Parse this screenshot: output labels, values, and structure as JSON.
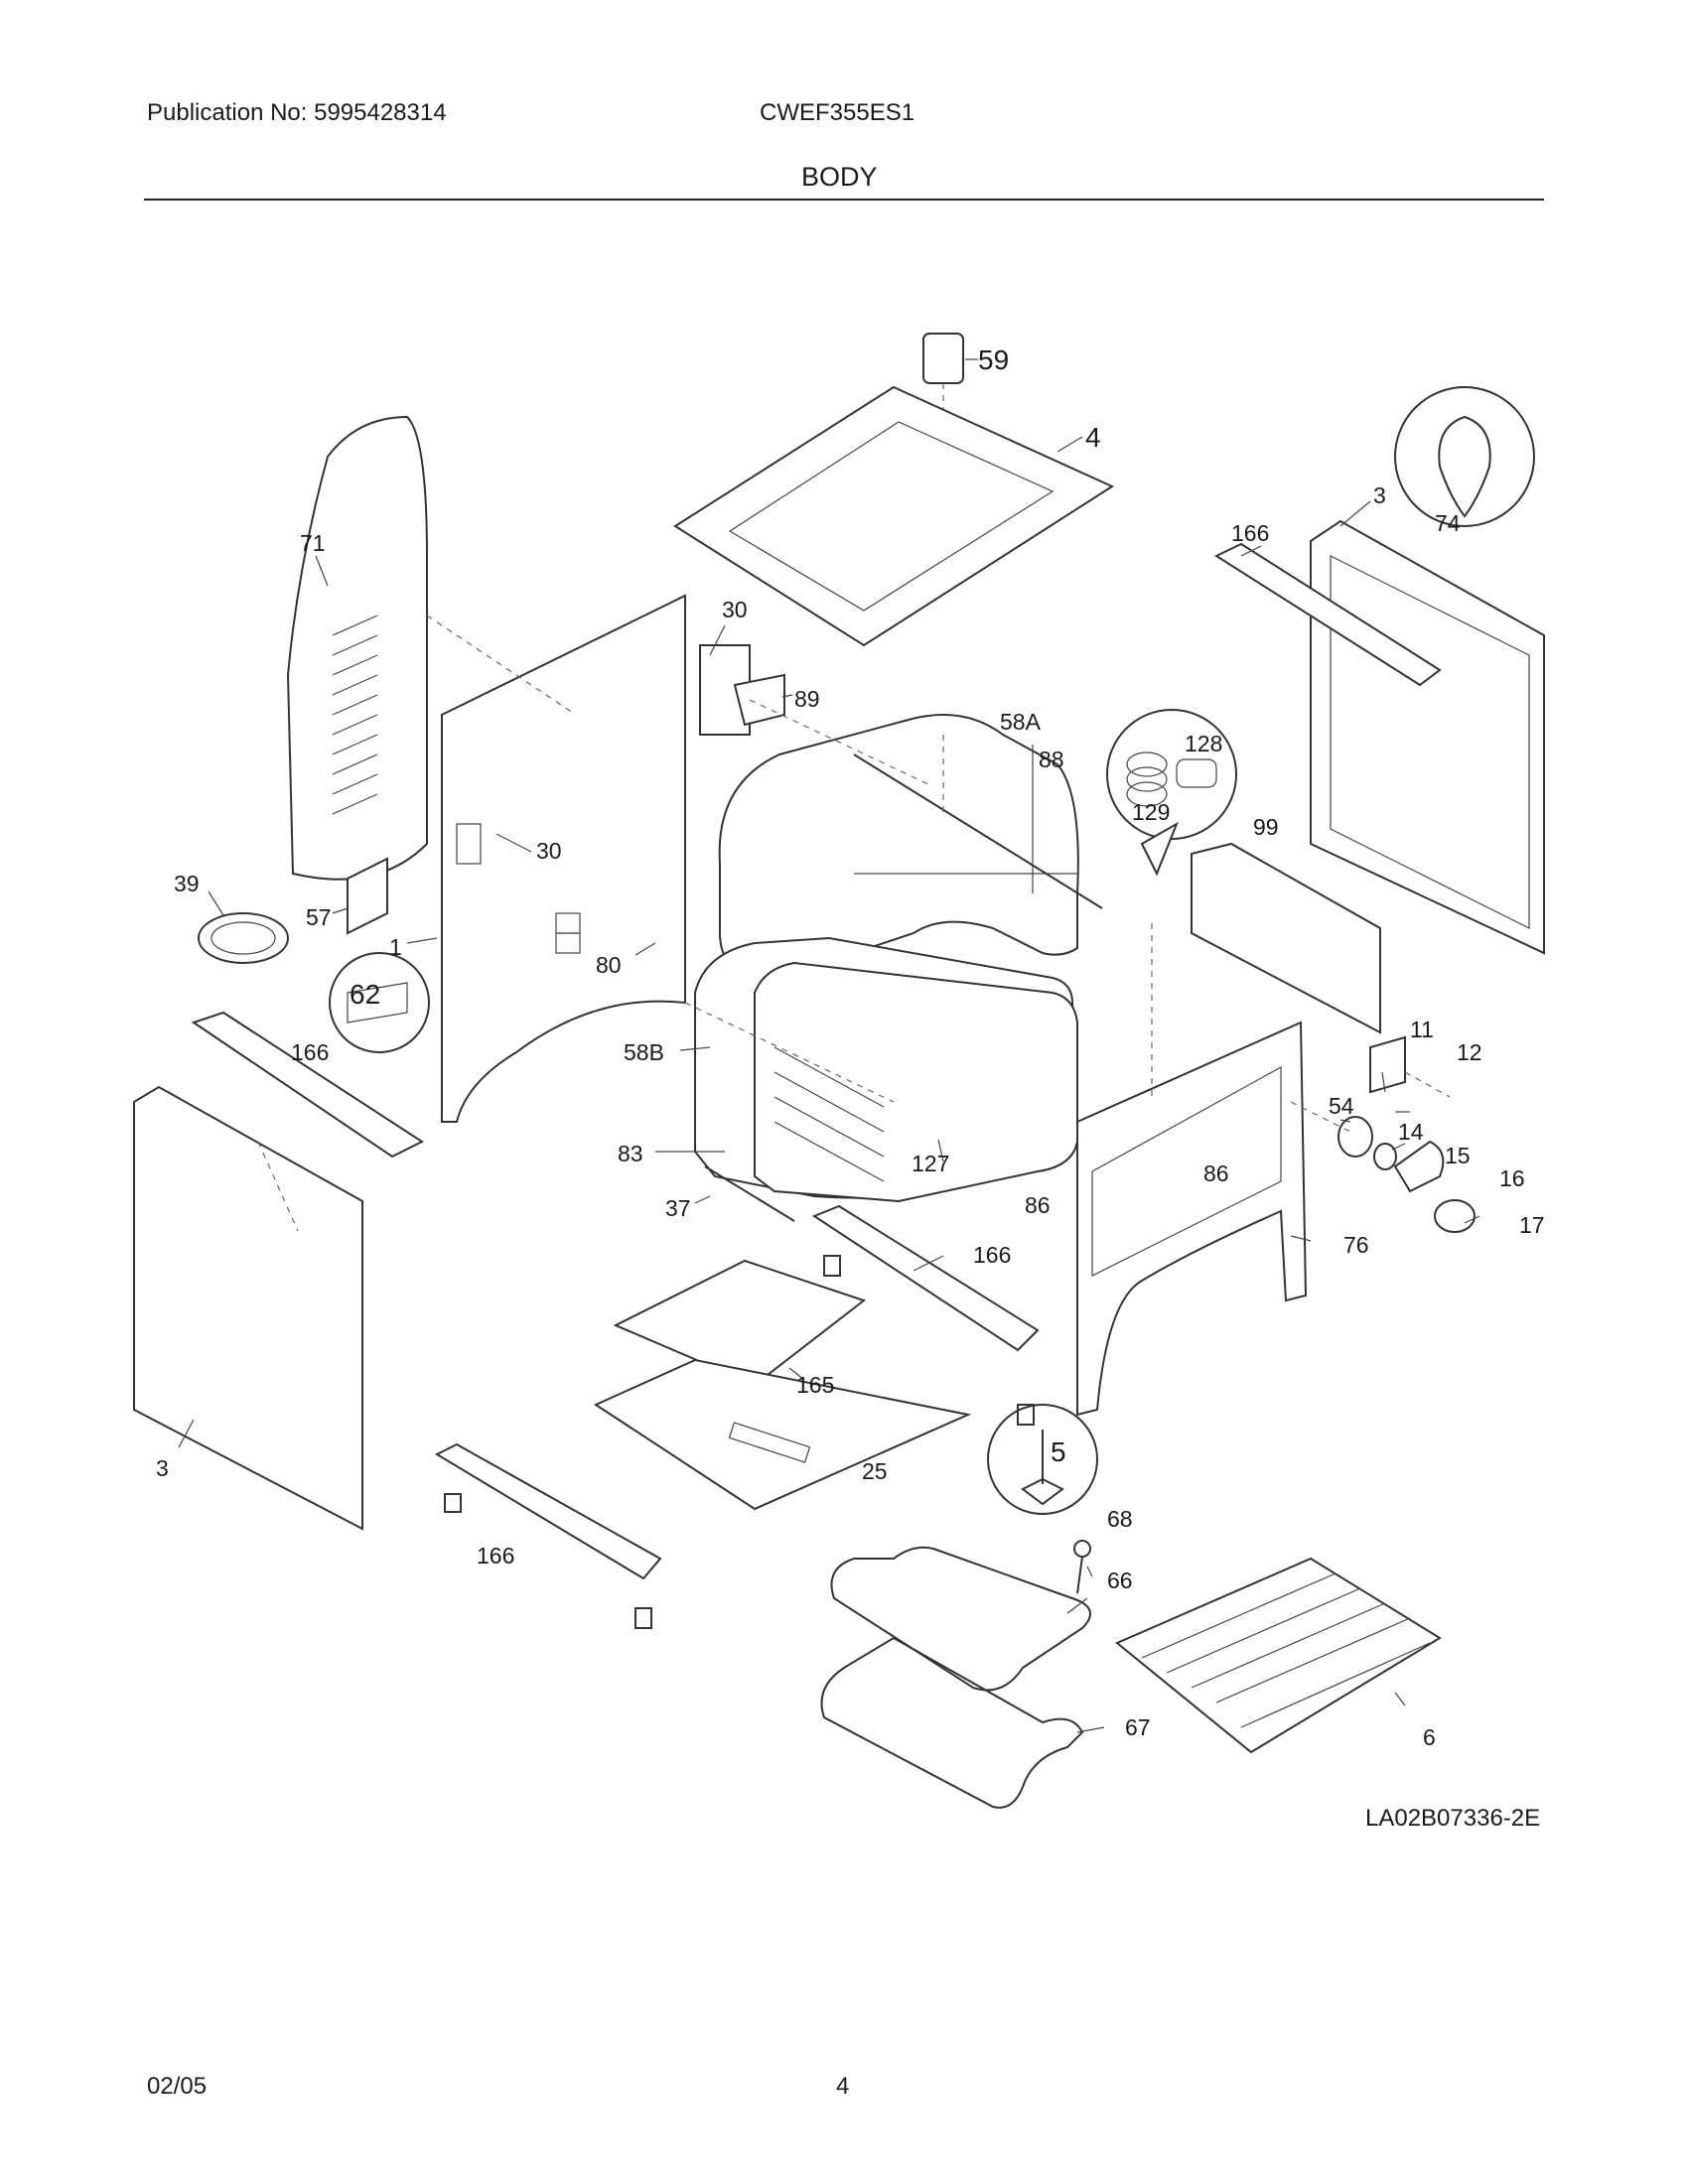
{
  "header": {
    "publication": "Publication No: 5995428314",
    "model": "CWEF355ES1",
    "section": "BODY"
  },
  "callouts": [
    {
      "id": "c59",
      "label": "59"
    },
    {
      "id": "c4",
      "label": "4"
    },
    {
      "id": "c3a",
      "label": "3"
    },
    {
      "id": "c166a",
      "label": "166"
    },
    {
      "id": "c74",
      "label": "74"
    },
    {
      "id": "c71",
      "label": "71"
    },
    {
      "id": "c30a",
      "label": "30"
    },
    {
      "id": "c89",
      "label": "89"
    },
    {
      "id": "c58a",
      "label": "58A"
    },
    {
      "id": "c88",
      "label": "88"
    },
    {
      "id": "c128",
      "label": "128"
    },
    {
      "id": "c129",
      "label": "129"
    },
    {
      "id": "c99",
      "label": "99"
    },
    {
      "id": "c30b",
      "label": "30"
    },
    {
      "id": "c39",
      "label": "39"
    },
    {
      "id": "c57",
      "label": "57"
    },
    {
      "id": "c1",
      "label": "1"
    },
    {
      "id": "c80",
      "label": "80"
    },
    {
      "id": "c62",
      "label": "62"
    },
    {
      "id": "c166b",
      "label": "166"
    },
    {
      "id": "c58b",
      "label": "58B"
    },
    {
      "id": "c83",
      "label": "83"
    },
    {
      "id": "c127",
      "label": "127"
    },
    {
      "id": "c11",
      "label": "11"
    },
    {
      "id": "c12",
      "label": "12"
    },
    {
      "id": "c54",
      "label": "54"
    },
    {
      "id": "c14",
      "label": "14"
    },
    {
      "id": "c15",
      "label": "15"
    },
    {
      "id": "c16",
      "label": "16"
    },
    {
      "id": "c17",
      "label": "17"
    },
    {
      "id": "c86a",
      "label": "86"
    },
    {
      "id": "c86b",
      "label": "86"
    },
    {
      "id": "c76",
      "label": "76"
    },
    {
      "id": "c37",
      "label": "37"
    },
    {
      "id": "c166c",
      "label": "166"
    },
    {
      "id": "c165",
      "label": "165"
    },
    {
      "id": "c25",
      "label": "25"
    },
    {
      "id": "c5",
      "label": "5"
    },
    {
      "id": "c3b",
      "label": "3"
    },
    {
      "id": "c166d",
      "label": "166"
    },
    {
      "id": "c68",
      "label": "68"
    },
    {
      "id": "c66",
      "label": "66"
    },
    {
      "id": "c67",
      "label": "67"
    },
    {
      "id": "c6",
      "label": "6"
    }
  ],
  "footer": {
    "drawing_code": "LA02B07336-2E",
    "date": "02/05",
    "page": "4"
  }
}
